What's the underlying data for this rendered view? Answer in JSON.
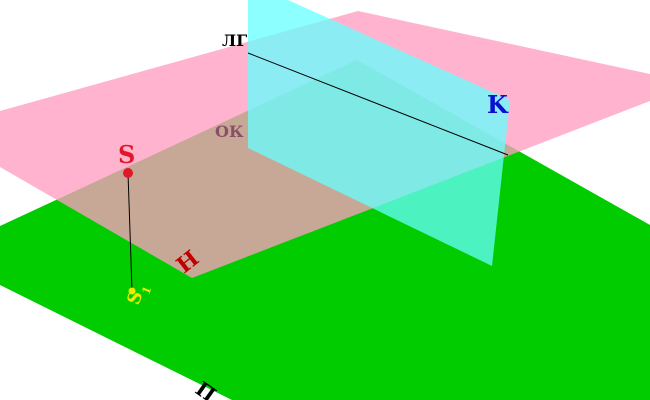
{
  "labels": {
    "picture_plane": "K",
    "horizon_line": "ЛГ",
    "ground_line": "ОК",
    "horizon_plane": "H",
    "object_plane": "П",
    "object_plane_subscript": "1",
    "point": "S",
    "point_projection": "S",
    "point_projection_subscript": "1"
  },
  "colors": {
    "object_plane": "#00cc00",
    "horizon_plane": "#ff9ec0",
    "picture_plane": "#66ffff",
    "picture_plane_label": "#0a10d0",
    "point": "#e0182a",
    "point_projection": "#f0e800",
    "horizon_label": "#c00000",
    "line": "#000000"
  }
}
